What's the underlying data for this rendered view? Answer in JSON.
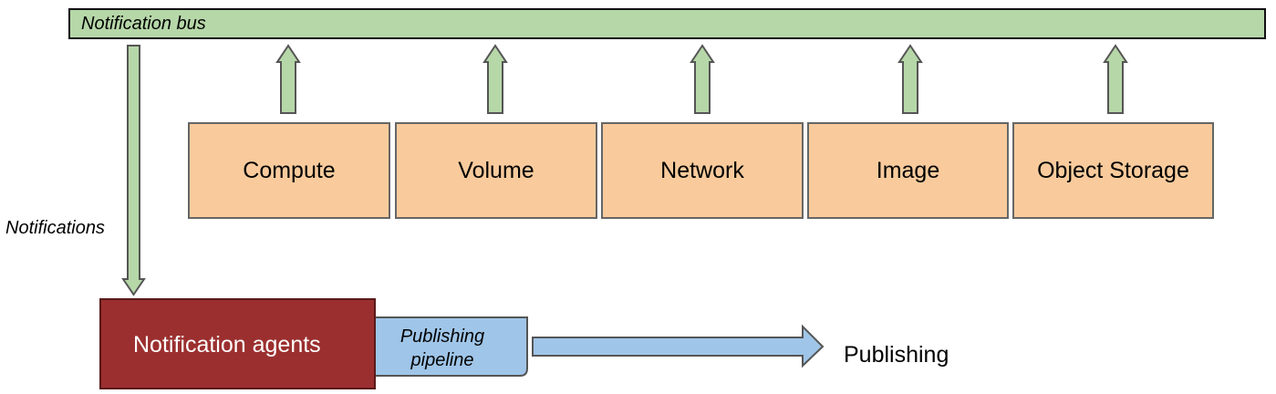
{
  "bus": {
    "label": "Notification bus"
  },
  "services": [
    {
      "id": "compute",
      "label": "Compute"
    },
    {
      "id": "volume",
      "label": "Volume"
    },
    {
      "id": "network",
      "label": "Network"
    },
    {
      "id": "image",
      "label": "Image"
    },
    {
      "id": "object-storage",
      "label": "Object Storage"
    }
  ],
  "notifications_label": "Notifications",
  "agents": {
    "label": "Notification agents"
  },
  "pipeline": {
    "line1": "Publishing",
    "line2": "pipeline"
  },
  "publishing_label": "Publishing",
  "colors": {
    "bus": "#b6d7a8",
    "service": "#f9cb9c",
    "agents": "#9b2f2f",
    "pipeline": "#9fc5e8",
    "arrow_green": "#b6d7a8",
    "arrow_blue": "#9fc5e8"
  }
}
